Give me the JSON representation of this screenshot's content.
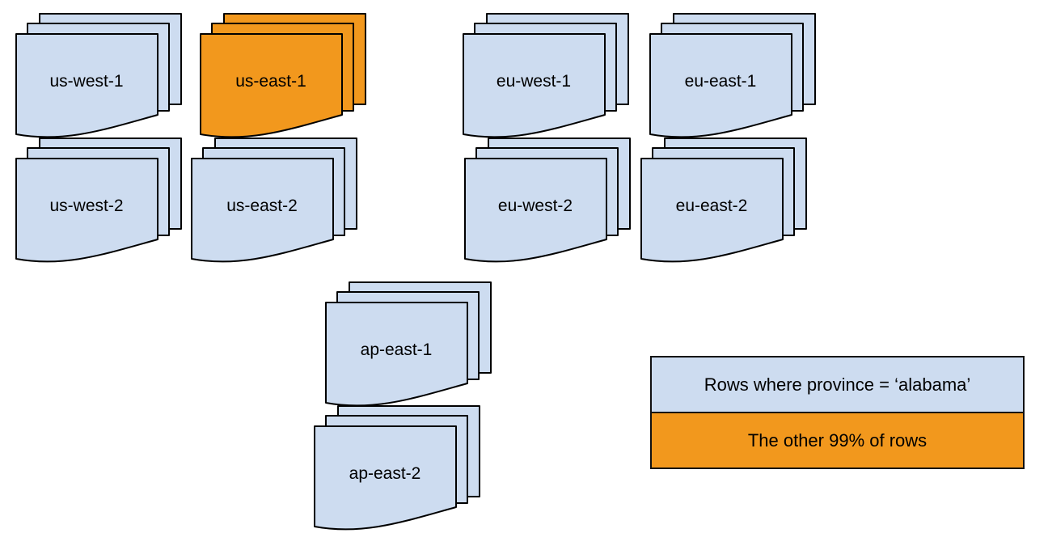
{
  "colors": {
    "doc_blue": "#cddcf0",
    "doc_orange": "#f2981d",
    "stroke": "#000000"
  },
  "stacks": [
    {
      "label": "us-west-1",
      "color": "blue"
    },
    {
      "label": "us-east-1",
      "color": "orange"
    },
    {
      "label": "eu-west-1",
      "color": "blue"
    },
    {
      "label": "eu-east-1",
      "color": "blue"
    },
    {
      "label": "us-west-2",
      "color": "blue"
    },
    {
      "label": "us-east-2",
      "color": "blue"
    },
    {
      "label": "eu-west-2",
      "color": "blue"
    },
    {
      "label": "eu-east-2",
      "color": "blue"
    },
    {
      "label": "ap-east-1",
      "color": "blue"
    },
    {
      "label": "ap-east-2",
      "color": "blue"
    }
  ],
  "legend": {
    "items": [
      {
        "label": "Rows where province = ‘alabama’",
        "color": "blue"
      },
      {
        "label": "The other 99% of rows",
        "color": "orange"
      }
    ]
  }
}
